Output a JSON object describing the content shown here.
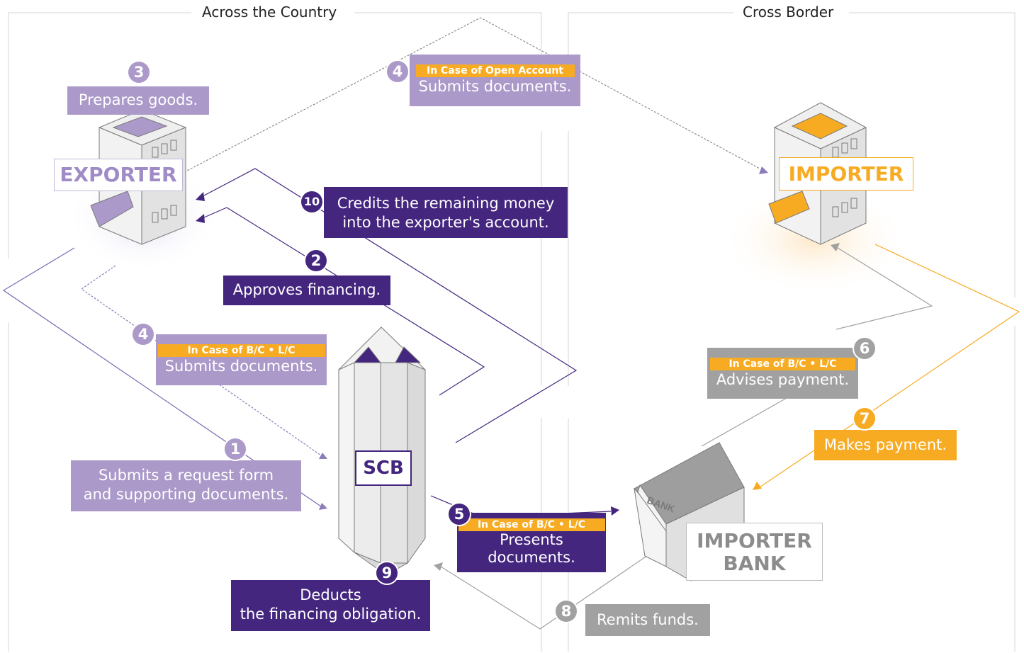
{
  "regions": {
    "domestic": "Across the Country",
    "cross_border": "Cross Border"
  },
  "entities": {
    "exporter": "EXPORTER",
    "importer": "IMPORTER",
    "bank": "SCB",
    "importer_bank_line1": "IMPORTER",
    "importer_bank_line2": "BANK",
    "bank_sign": "BANK"
  },
  "steps": {
    "s1": {
      "num": "1",
      "line1": "Submits a request form",
      "line2": "and supporting documents."
    },
    "s2": {
      "num": "2",
      "text": "Approves financing."
    },
    "s3": {
      "num": "3",
      "text": "Prepares goods."
    },
    "s4a": {
      "num": "4",
      "tag": "In Case of Open Account",
      "text": "Submits documents."
    },
    "s4b": {
      "num": "4",
      "tag": "In Case of B/C • L/C",
      "text": "Submits documents."
    },
    "s5": {
      "num": "5",
      "tag": "In Case of B/C • L/C",
      "line1": "Presents",
      "line2": "documents."
    },
    "s6": {
      "num": "6",
      "tag": "In Case of B/C • L/C",
      "text": "Advises payment."
    },
    "s7": {
      "num": "7",
      "text": "Makes payment."
    },
    "s8": {
      "num": "8",
      "text": "Remits funds."
    },
    "s9": {
      "num": "9",
      "line1": "Deducts",
      "line2": "the financing obligation."
    },
    "s10": {
      "num": "10",
      "line1": "Credits the remaining money",
      "line2": "into the exporter's account."
    }
  },
  "colors": {
    "lavender": "#ab99c9",
    "deep_purple": "#44267f",
    "grey": "#a1a1a1",
    "orange": "#f7ab22"
  }
}
